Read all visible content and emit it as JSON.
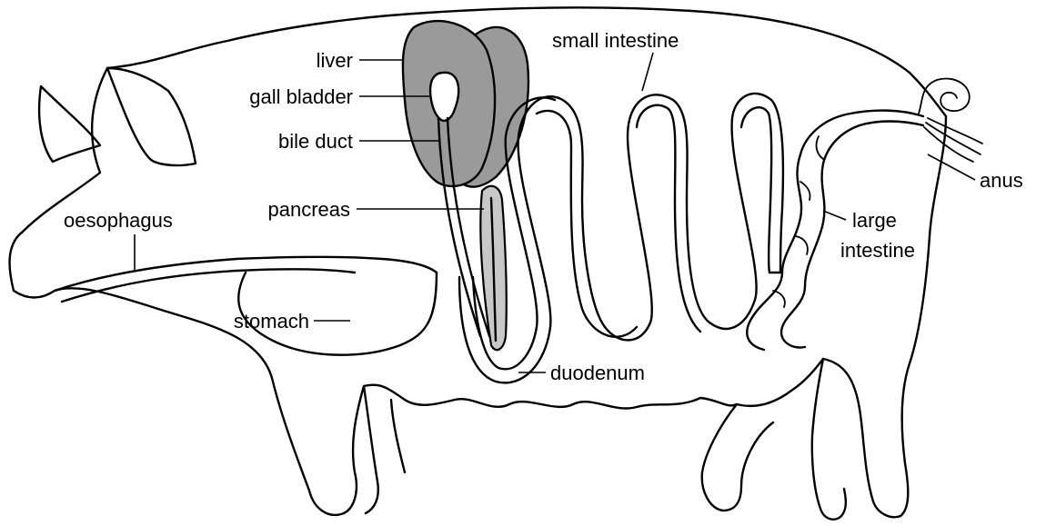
{
  "labels": {
    "liver": "liver",
    "gall_bladder": "gall bladder",
    "bile_duct": "bile duct",
    "pancreas": "pancreas",
    "oesophagus": "oesophagus",
    "stomach": "stomach",
    "small_intestine": "small intestine",
    "duodenum": "duodenum",
    "large_intestine_1": "large",
    "large_intestine_2": "intestine",
    "anus": "anus"
  },
  "colors": {
    "liver": "#9a9a9a",
    "pancreas": "#c8c8c8",
    "line": "#000000",
    "background": "#ffffff"
  }
}
